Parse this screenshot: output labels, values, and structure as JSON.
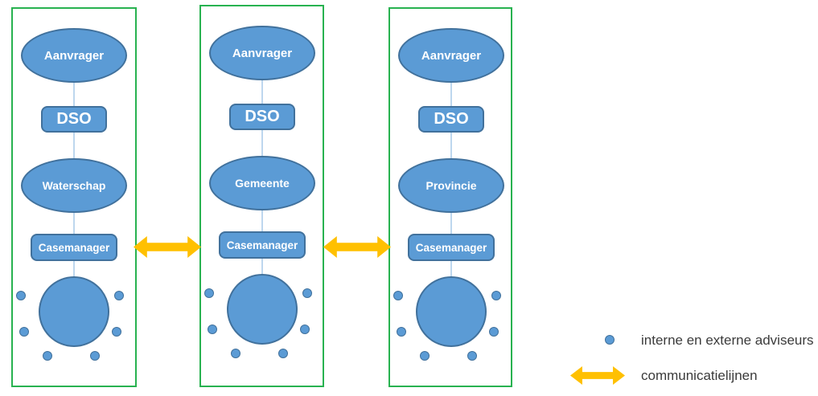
{
  "diagram": {
    "columns": [
      {
        "applicant": "Aanvrager",
        "system": "DSO",
        "authority": "Waterschap",
        "manager": "Casemanager"
      },
      {
        "applicant": "Aanvrager",
        "system": "DSO",
        "authority": "Gemeente",
        "manager": "Casemanager"
      },
      {
        "applicant": "Aanvrager",
        "system": "DSO",
        "authority": "Provincie",
        "manager": "Casemanager"
      }
    ]
  },
  "legend": {
    "items": [
      {
        "icon": "advisor-dot-icon",
        "label": "interne en externe adviseurs"
      },
      {
        "icon": "double-arrow-icon",
        "label": "communicatielijnen"
      }
    ]
  },
  "colors": {
    "shape_fill": "#5B9BD5",
    "shape_border": "#41719C",
    "box_border": "#28B250",
    "arrow": "#FFC000",
    "connector": "#BDD7EE",
    "text_on_shape": "#FFFFFF",
    "legend_text": "#3B3B3B"
  }
}
